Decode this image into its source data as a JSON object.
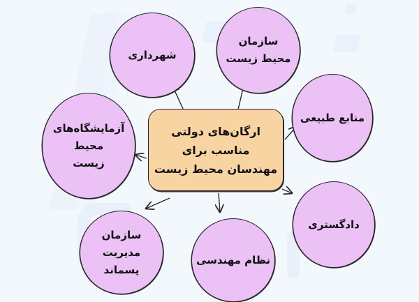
{
  "diagram": {
    "title": "ارگان‌های دولتی\nمناسب برای\nمهندسان محیط زیست",
    "colors": {
      "background": "#f3f8fd",
      "center_fill": "#f9d4a3",
      "node_fill": "#ebc1f6",
      "stroke": "#222222"
    },
    "nodes": [
      {
        "id": "municipality",
        "label": "شهرداری"
      },
      {
        "id": "environment-org",
        "label": "سازمان\nمحیط زیست"
      },
      {
        "id": "natural-resources",
        "label": "منابع طبیعی"
      },
      {
        "id": "judiciary",
        "label": "دادگستری"
      },
      {
        "id": "engineering-system",
        "label": "نظام مهندسی"
      },
      {
        "id": "waste-management-org",
        "label": "سازمان\nمدیریت\nپسماند"
      },
      {
        "id": "environment-labs",
        "label": "آزمایشگاه‌های\nمحیط\nزیست"
      }
    ],
    "edges": [
      {
        "from": "center",
        "to": "municipality"
      },
      {
        "from": "center",
        "to": "environment-org"
      },
      {
        "from": "center",
        "to": "natural-resources"
      },
      {
        "from": "center",
        "to": "judiciary"
      },
      {
        "from": "center",
        "to": "engineering-system"
      },
      {
        "from": "center",
        "to": "waste-management-org"
      },
      {
        "from": "center",
        "to": "environment-labs"
      }
    ]
  }
}
